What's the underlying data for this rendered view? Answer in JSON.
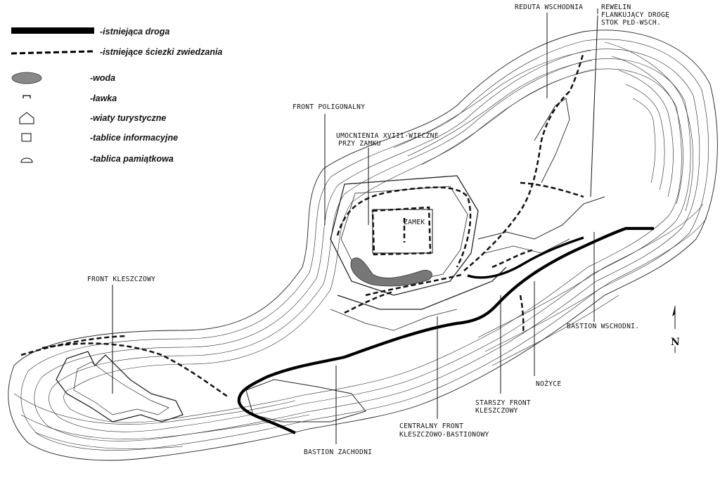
{
  "legend": [
    {
      "symbol": "road",
      "label": "-istniejąca droga"
    },
    {
      "symbol": "path",
      "label": "-istniejące ściezki zwiedzania"
    },
    {
      "symbol": "water",
      "label": "-woda"
    },
    {
      "symbol": "bench",
      "label": "-ławka"
    },
    {
      "symbol": "shelter",
      "label": "-wiaty turystyczne"
    },
    {
      "symbol": "info-board",
      "label": "-tablice informacyjne"
    },
    {
      "symbol": "memorial-plaque",
      "label": "-tablica pamiątkowa"
    }
  ],
  "labels": {
    "reduta": "REDUTA WSCHODNIA",
    "rewelin_1": "REWELIN",
    "rewelin_2": "FLANKUJĄCY DROGĘ",
    "rewelin_3": "STOK PŁD-WSCH.",
    "front_poligonalny": "FRONT POLIGONALNY",
    "umocnienia_1": "UMOCNIENIA XVIII-WIECZNE",
    "umocnienia_2": "PRZY ZAMKU",
    "zamek": "ZAMEK",
    "front_kleszczowy": "FRONT KLESZCZOWY",
    "bastion_wschodni": "BASTION WSCHODNI.",
    "nozyce": "NOŻYCE",
    "starszy_1": "STARSZY FRONT",
    "starszy_2": "KLESZCZOWY",
    "centralny_1": "CENTRALNY FRONT",
    "centralny_2": "KLESZCZOWO-BASTIONOWY",
    "bastion_zachodni": "BASTION ZACHODNI"
  },
  "north": "N",
  "colors": {
    "ink": "#111111",
    "water": "#777777",
    "background": "#ffffff"
  }
}
